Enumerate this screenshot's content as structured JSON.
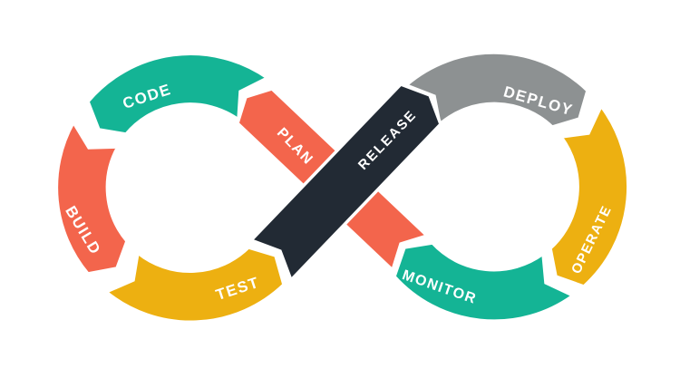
{
  "diagram": {
    "name": "devops-infinity-loop",
    "background": "#ffffff",
    "text_color": "#ffffff",
    "colors": {
      "teal": "#14b495",
      "orange": "#f3654c",
      "yellow": "#edb011",
      "gray": "#8d9192",
      "navy": "#222a34"
    },
    "segments": [
      {
        "id": "plan",
        "label": "PLAN",
        "color": "#f3654c"
      },
      {
        "id": "code",
        "label": "CODE",
        "color": "#14b495"
      },
      {
        "id": "build",
        "label": "BUILD",
        "color": "#f3654c"
      },
      {
        "id": "test",
        "label": "TEST",
        "color": "#edb011"
      },
      {
        "id": "release",
        "label": "RELEASE",
        "color": "#222a34"
      },
      {
        "id": "deploy",
        "label": "DEPLOY",
        "color": "#8d9192"
      },
      {
        "id": "operate",
        "label": "OPERATE",
        "color": "#edb011"
      },
      {
        "id": "monitor",
        "label": "MONITOR",
        "color": "#14b495"
      }
    ]
  }
}
